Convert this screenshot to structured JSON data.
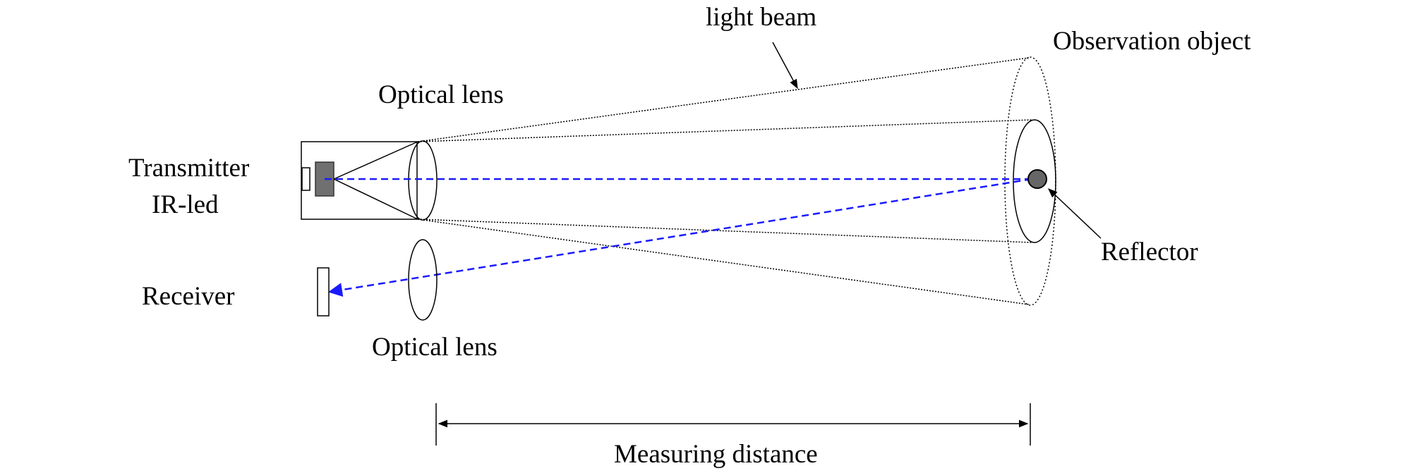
{
  "labels": {
    "light_beam": "light beam",
    "observation_object": "Observation object",
    "optical_lens_top": "Optical lens",
    "transmitter": "Transmitter",
    "ir_led": "IR-led",
    "receiver": "Receiver",
    "optical_lens_bottom": "Optical lens",
    "reflector": "Reflector",
    "measuring_distance": "Measuring distance"
  },
  "colors": {
    "line": "#000000",
    "ray": "#1a1aff",
    "emitter": "#707070",
    "reflector": "#666666"
  }
}
